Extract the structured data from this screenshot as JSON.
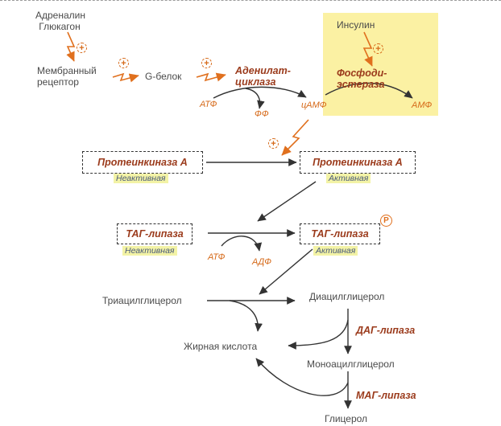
{
  "hormones": {
    "line1": "Адреналин",
    "line2": "Глюкагон"
  },
  "receptor": {
    "line1": "Мембранный",
    "line2": "рецептор"
  },
  "g_protein": "G-белок",
  "adenylate_cyclase": {
    "line1": "Аденилат-",
    "line2": "циклаза"
  },
  "insulin": "Инсулин",
  "phosphodiesterase": {
    "line1": "Фосфоди-",
    "line2": "эстераза"
  },
  "atp_1": "АТФ",
  "ppi": "ФФ",
  "camp": "цАМФ",
  "amp": "АМФ",
  "pka_inactive": {
    "name": "Протеинкиназа А",
    "state": "Неактивная"
  },
  "pka_active": {
    "name": "Протеинкиназа А",
    "state": "Активная"
  },
  "tag_lipase_inactive": {
    "name": "ТАГ-липаза",
    "state": "Неактивная"
  },
  "tag_lipase_active": {
    "name": "ТАГ-липаза",
    "state": "Активная"
  },
  "phospho_label": "P",
  "atp_2": "АТФ",
  "adp": "АДФ",
  "triacylglycerol": "Триацилглицерол",
  "diacylglycerol": "Диацилглицерол",
  "fatty_acid": "Жирная кислота",
  "dag_lipase": "ДАГ-липаза",
  "monoacylglycerol": "Моноацилглицерол",
  "mag_lipase": "МАГ-липаза",
  "glycerol": "Глицерол",
  "activation_sign": "+",
  "colors": {
    "enzyme": "#9b3b1c",
    "metabolite": "#d66a1a",
    "highlight": "#fbf1a3",
    "signal": "#e0701e",
    "arrow": "#333333"
  }
}
